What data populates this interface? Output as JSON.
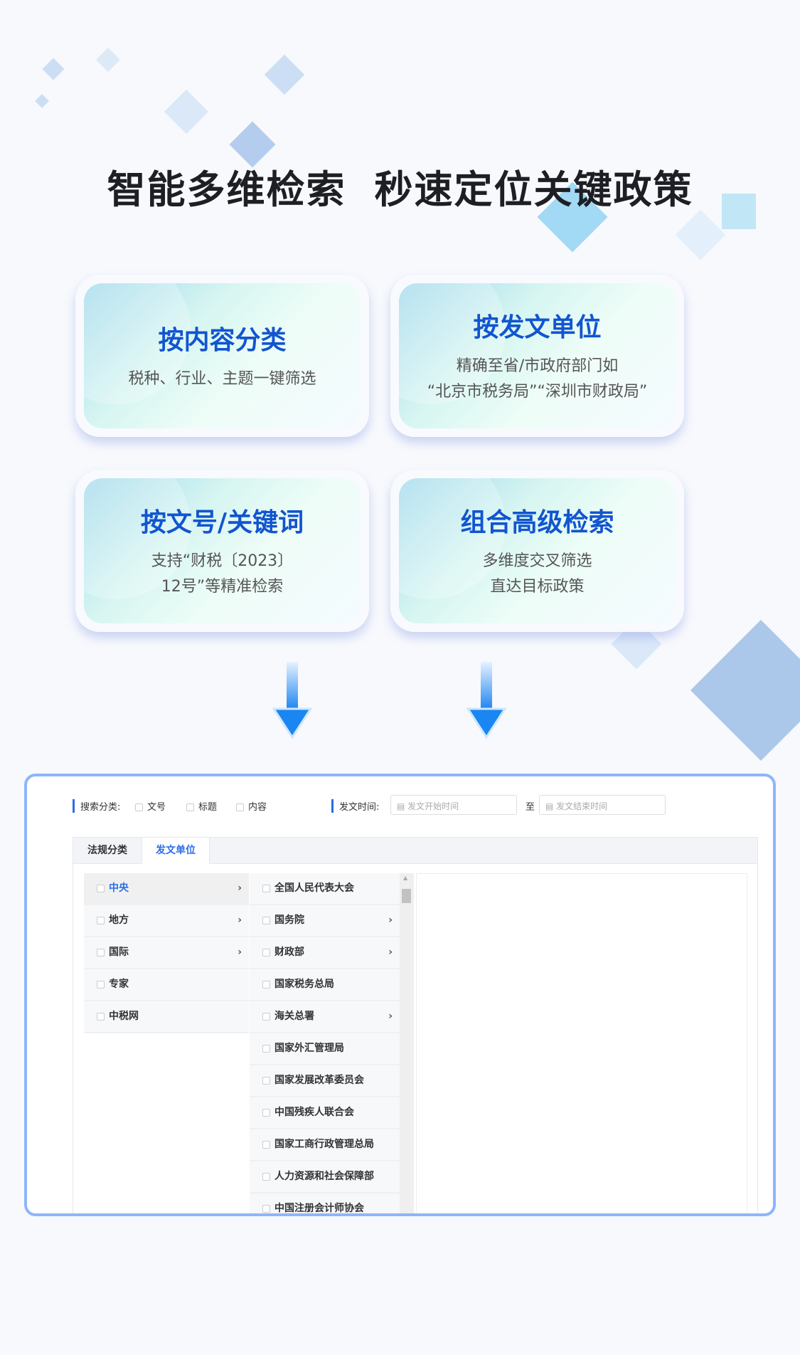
{
  "headline": {
    "part1": "智能多维检索",
    "part2": "秒速定位关键政策"
  },
  "cards": [
    {
      "title": "按内容分类",
      "lines": [
        "税种、行业、主题一键筛选"
      ]
    },
    {
      "title": "按发文单位",
      "lines": [
        "精确至省/市政府部门如",
        "“北京市税务局”“深圳市财政局”"
      ]
    },
    {
      "title": "按文号/关键词",
      "lines": [
        "支持“财税〔2023〕",
        "12号”等精准检索"
      ]
    },
    {
      "title": "组合高级检索",
      "lines": [
        "多维度交叉筛选",
        "直达目标政策"
      ]
    }
  ],
  "search": {
    "category_label": "搜索分类:",
    "options": [
      "文号",
      "标题",
      "内容"
    ],
    "date_label": "发文时间:",
    "start_placeholder": "发文开始时间",
    "to": "至",
    "end_placeholder": "发文结束时间"
  },
  "tabs": [
    "法规分类",
    "发文单位"
  ],
  "col1": [
    {
      "label": "中央",
      "arrow": true
    },
    {
      "label": "地方",
      "arrow": true
    },
    {
      "label": "国际",
      "arrow": true
    },
    {
      "label": "专家",
      "arrow": false
    },
    {
      "label": "中税网",
      "arrow": false
    }
  ],
  "col2": [
    {
      "label": "全国人民代表大会",
      "arrow": false
    },
    {
      "label": "国务院",
      "arrow": true
    },
    {
      "label": "财政部",
      "arrow": true
    },
    {
      "label": "国家税务总局",
      "arrow": false
    },
    {
      "label": "海关总署",
      "arrow": true
    },
    {
      "label": "国家外汇管理局",
      "arrow": false
    },
    {
      "label": "国家发展改革委员会",
      "arrow": false
    },
    {
      "label": "中国残疾人联合会",
      "arrow": false
    },
    {
      "label": "国家工商行政管理总局",
      "arrow": false
    },
    {
      "label": "人力资源和社会保障部",
      "arrow": false
    },
    {
      "label": "中国注册会计师协会",
      "arrow": false
    }
  ],
  "colors": {
    "accent": "#2b6de5",
    "border": "#8db6fb",
    "cardTitle": "#1155d0"
  }
}
